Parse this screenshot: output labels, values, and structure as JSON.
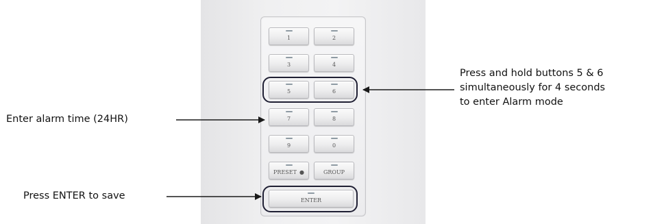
{
  "keypad": {
    "keys": [
      {
        "id": "1",
        "label": "1"
      },
      {
        "id": "2",
        "label": "2"
      },
      {
        "id": "3",
        "label": "3"
      },
      {
        "id": "4",
        "label": "4"
      },
      {
        "id": "5",
        "label": "5"
      },
      {
        "id": "6",
        "label": "6"
      },
      {
        "id": "7",
        "label": "7"
      },
      {
        "id": "8",
        "label": "8"
      },
      {
        "id": "9",
        "label": "9"
      },
      {
        "id": "0",
        "label": "0"
      },
      {
        "id": "preset",
        "label": "PRESET",
        "indicator": "●"
      },
      {
        "id": "group",
        "label": "GROUP"
      },
      {
        "id": "enter",
        "label": "ENTER"
      }
    ]
  },
  "callouts": {
    "hold_line1": "Press and hold buttons 5 & 6",
    "hold_line2": "simultaneously for 4 seconds",
    "hold_line3": "to enter Alarm mode",
    "alarm_time": "Enter alarm time (24HR)",
    "enter_save": "Press ENTER to save"
  },
  "colors": {
    "highlight": "#1f1f33",
    "arrow": "#1a1a1a",
    "led": "#8e9aa3"
  }
}
